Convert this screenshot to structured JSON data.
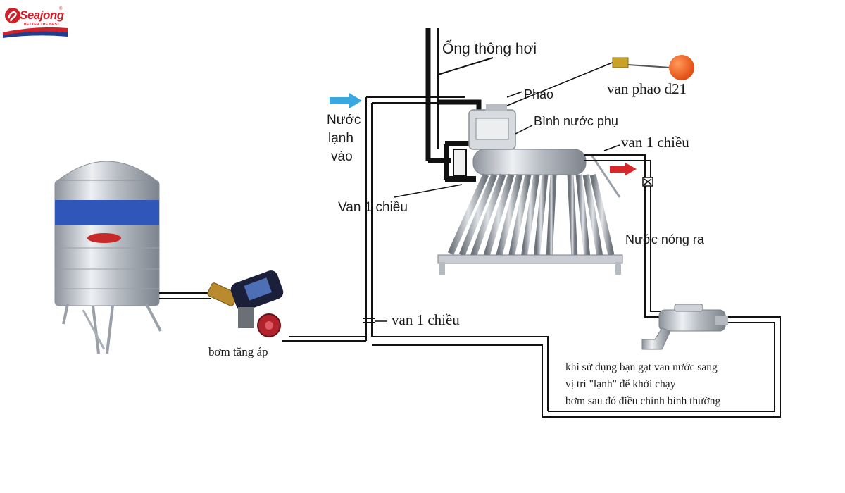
{
  "brand": {
    "name": "Seajong",
    "tagline": "BETTER THE BEST",
    "registered": "®",
    "colors": {
      "primary": "#d0202a",
      "navy": "#1d3f8f"
    }
  },
  "labels": {
    "vent_pipe": "Ống thông hơi",
    "float": "Phao",
    "float_valve": "van phao d21",
    "aux_tank": "Bình nước phụ",
    "check_valve_top": "van 1 chiều",
    "cold_in_1": "Nước",
    "cold_in_2": "lạnh",
    "cold_in_3": "vào",
    "check_valve_left": "Van 1 chiều",
    "hot_out": "Nước nóng ra",
    "check_valve_bottom": "van 1 chiều",
    "booster_pump": "bơm tăng áp"
  },
  "note": {
    "line1": "khi sử dụng bạn gạt van nước sang",
    "line2": "vị trí \"lạnh\" để khởi chạy",
    "line3": "bơm sau đó điều chỉnh bình thường"
  },
  "colors": {
    "pipe": "#111111",
    "cold_arrow": "#3aa8e0",
    "hot_arrow": "#d9262b",
    "steel": "#c9cdd3",
    "tank_band": "#2f56b8",
    "float_ball": "#f05a1a"
  }
}
